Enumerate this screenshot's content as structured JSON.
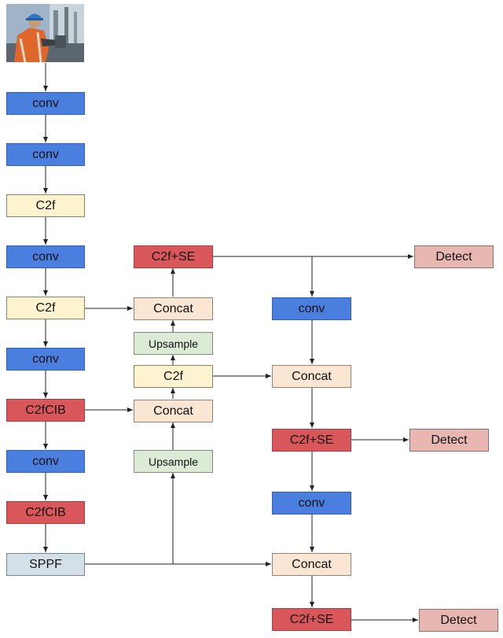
{
  "diagram": {
    "colors": {
      "conv": "#4a7fe0",
      "c2f": "#fdf3cf",
      "red_block": "#d9565b",
      "concat": "#fbe5d3",
      "upsample": "#dcebd6",
      "detect": "#e8b7b1",
      "sppf": "#d4e0e8",
      "edge": "#222222"
    },
    "input_image": {
      "icon": "worker-photo"
    },
    "backbone": [
      "conv",
      "conv",
      "C2f",
      "conv",
      "C2f",
      "conv",
      "C2fCIB",
      "conv",
      "C2fCIB",
      "SPPF"
    ],
    "neck_mid": [
      "C2f+SE",
      "Concat",
      "Upsample",
      "C2f",
      "Concat",
      "Upsample"
    ],
    "neck_right": [
      "conv",
      "Concat",
      "C2f+SE",
      "conv",
      "Concat",
      "C2f+SE"
    ],
    "heads": [
      "Detect",
      "Detect",
      "Detect"
    ]
  }
}
